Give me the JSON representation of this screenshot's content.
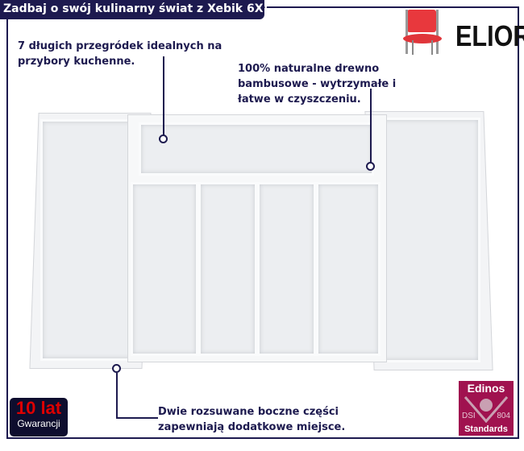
{
  "banner": {
    "title": "Zadbaj o swój kulinarny świat z Xebik 6X!"
  },
  "brand": {
    "name": "ELIOR"
  },
  "callouts": [
    {
      "line1": "7 długich przegródek idealnych na",
      "line2": "przybory kuchenne."
    },
    {
      "line1": "100% naturalne drewno",
      "line2": "bambusowe - wytrzymałe i",
      "line3": "łatwe w czyszczeniu."
    },
    {
      "line1": "Dwie rozsuwane boczne części",
      "line2": "zapewniają dodatkowe miejsce."
    }
  ],
  "warranty": {
    "years": "10 lat",
    "label": "Gwarancji"
  },
  "badge": {
    "brand": "Edinos",
    "left": "DSI",
    "right": "804",
    "bottom": "Standards"
  }
}
